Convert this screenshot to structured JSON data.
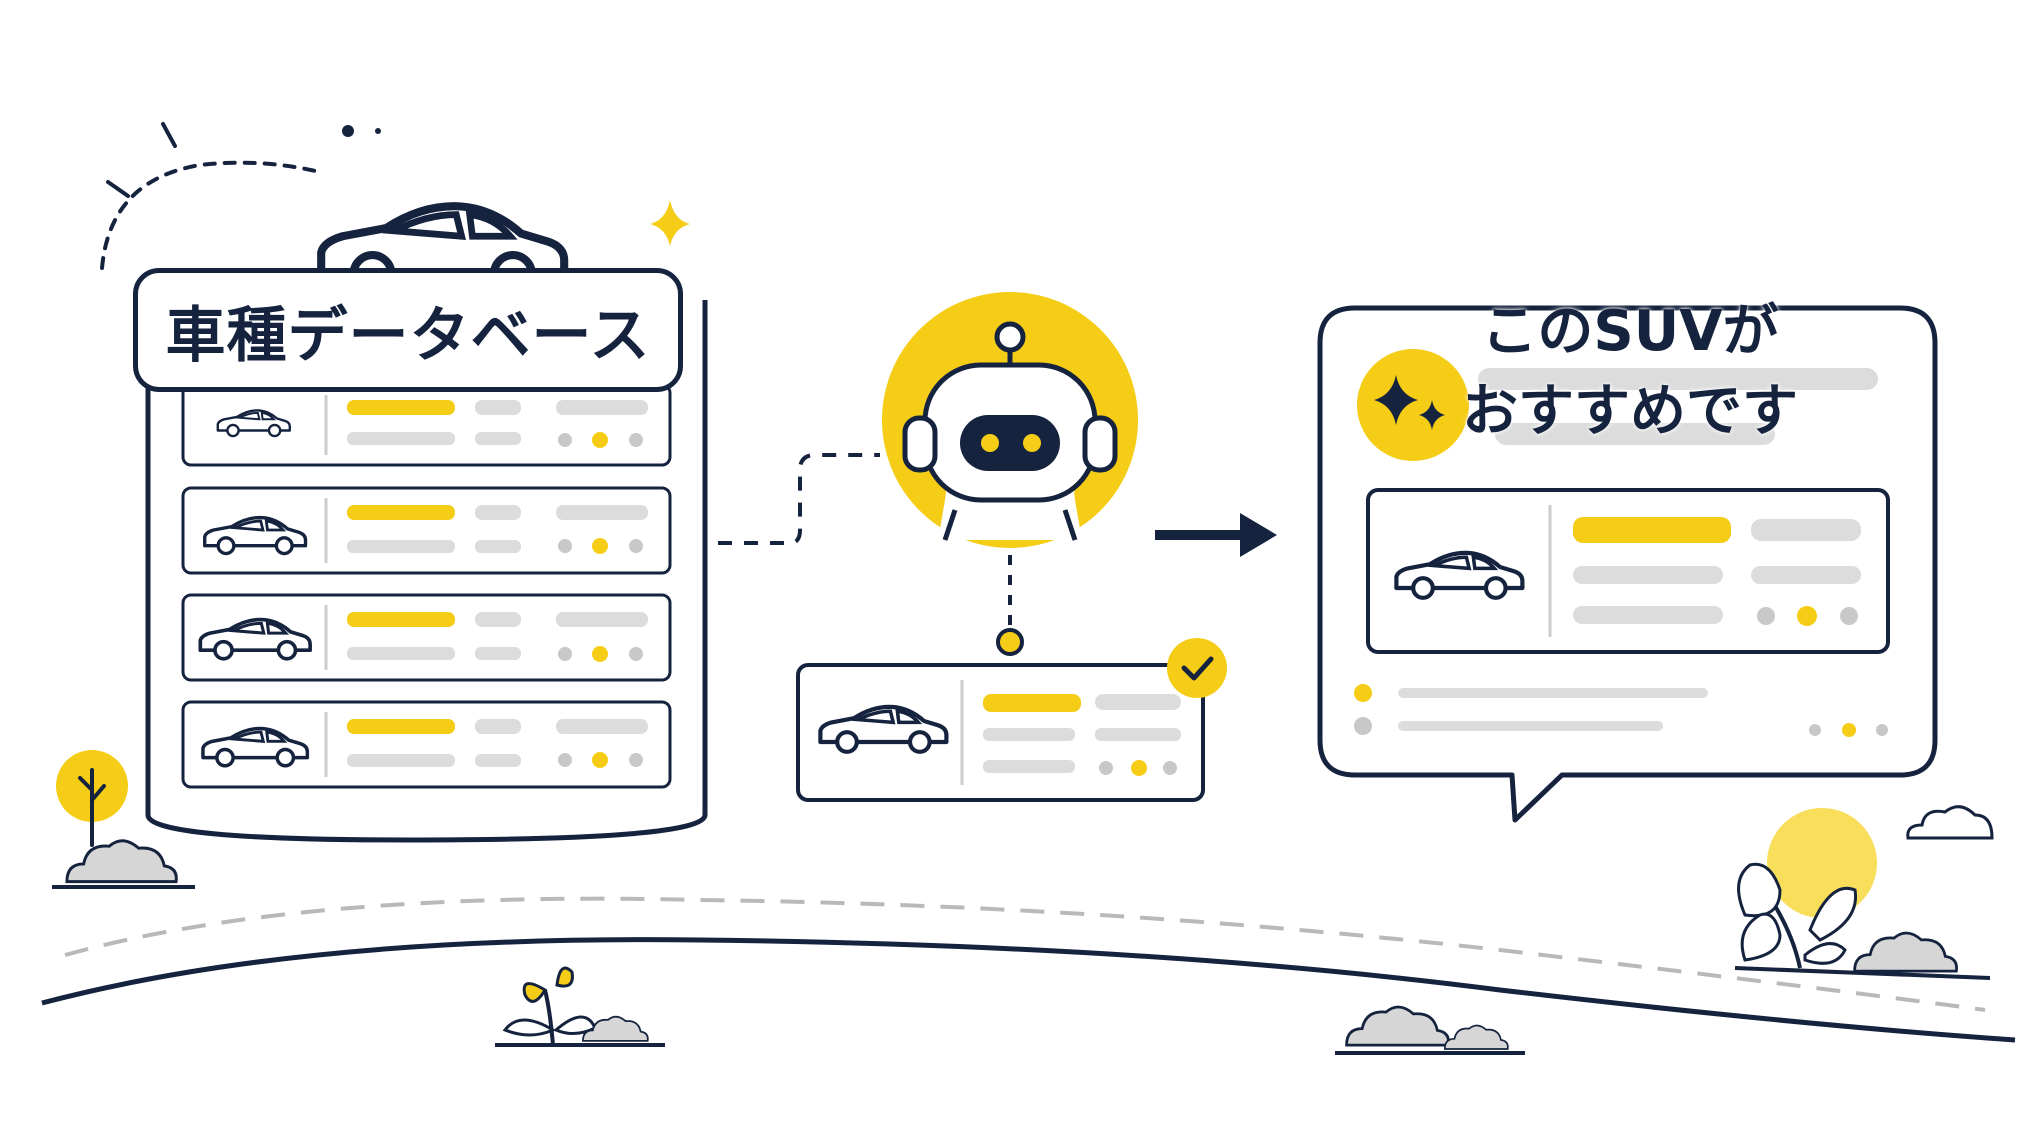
{
  "database": {
    "title": "車種データベース",
    "rows": 4
  },
  "recommendation": {
    "line1": "このSUVが",
    "line2": "おすすめです"
  },
  "icons": [
    "car-outline-icon",
    "sparkle-icon",
    "robot-icon",
    "arrow-right-icon",
    "check-icon",
    "sprout-icon",
    "cloud-icon",
    "sun-icon",
    "tree-icon"
  ],
  "colors": {
    "navy": "#15233f",
    "yellow": "#f5cc16",
    "placeholder": "#dcdcdc",
    "background": "#ffffff"
  }
}
